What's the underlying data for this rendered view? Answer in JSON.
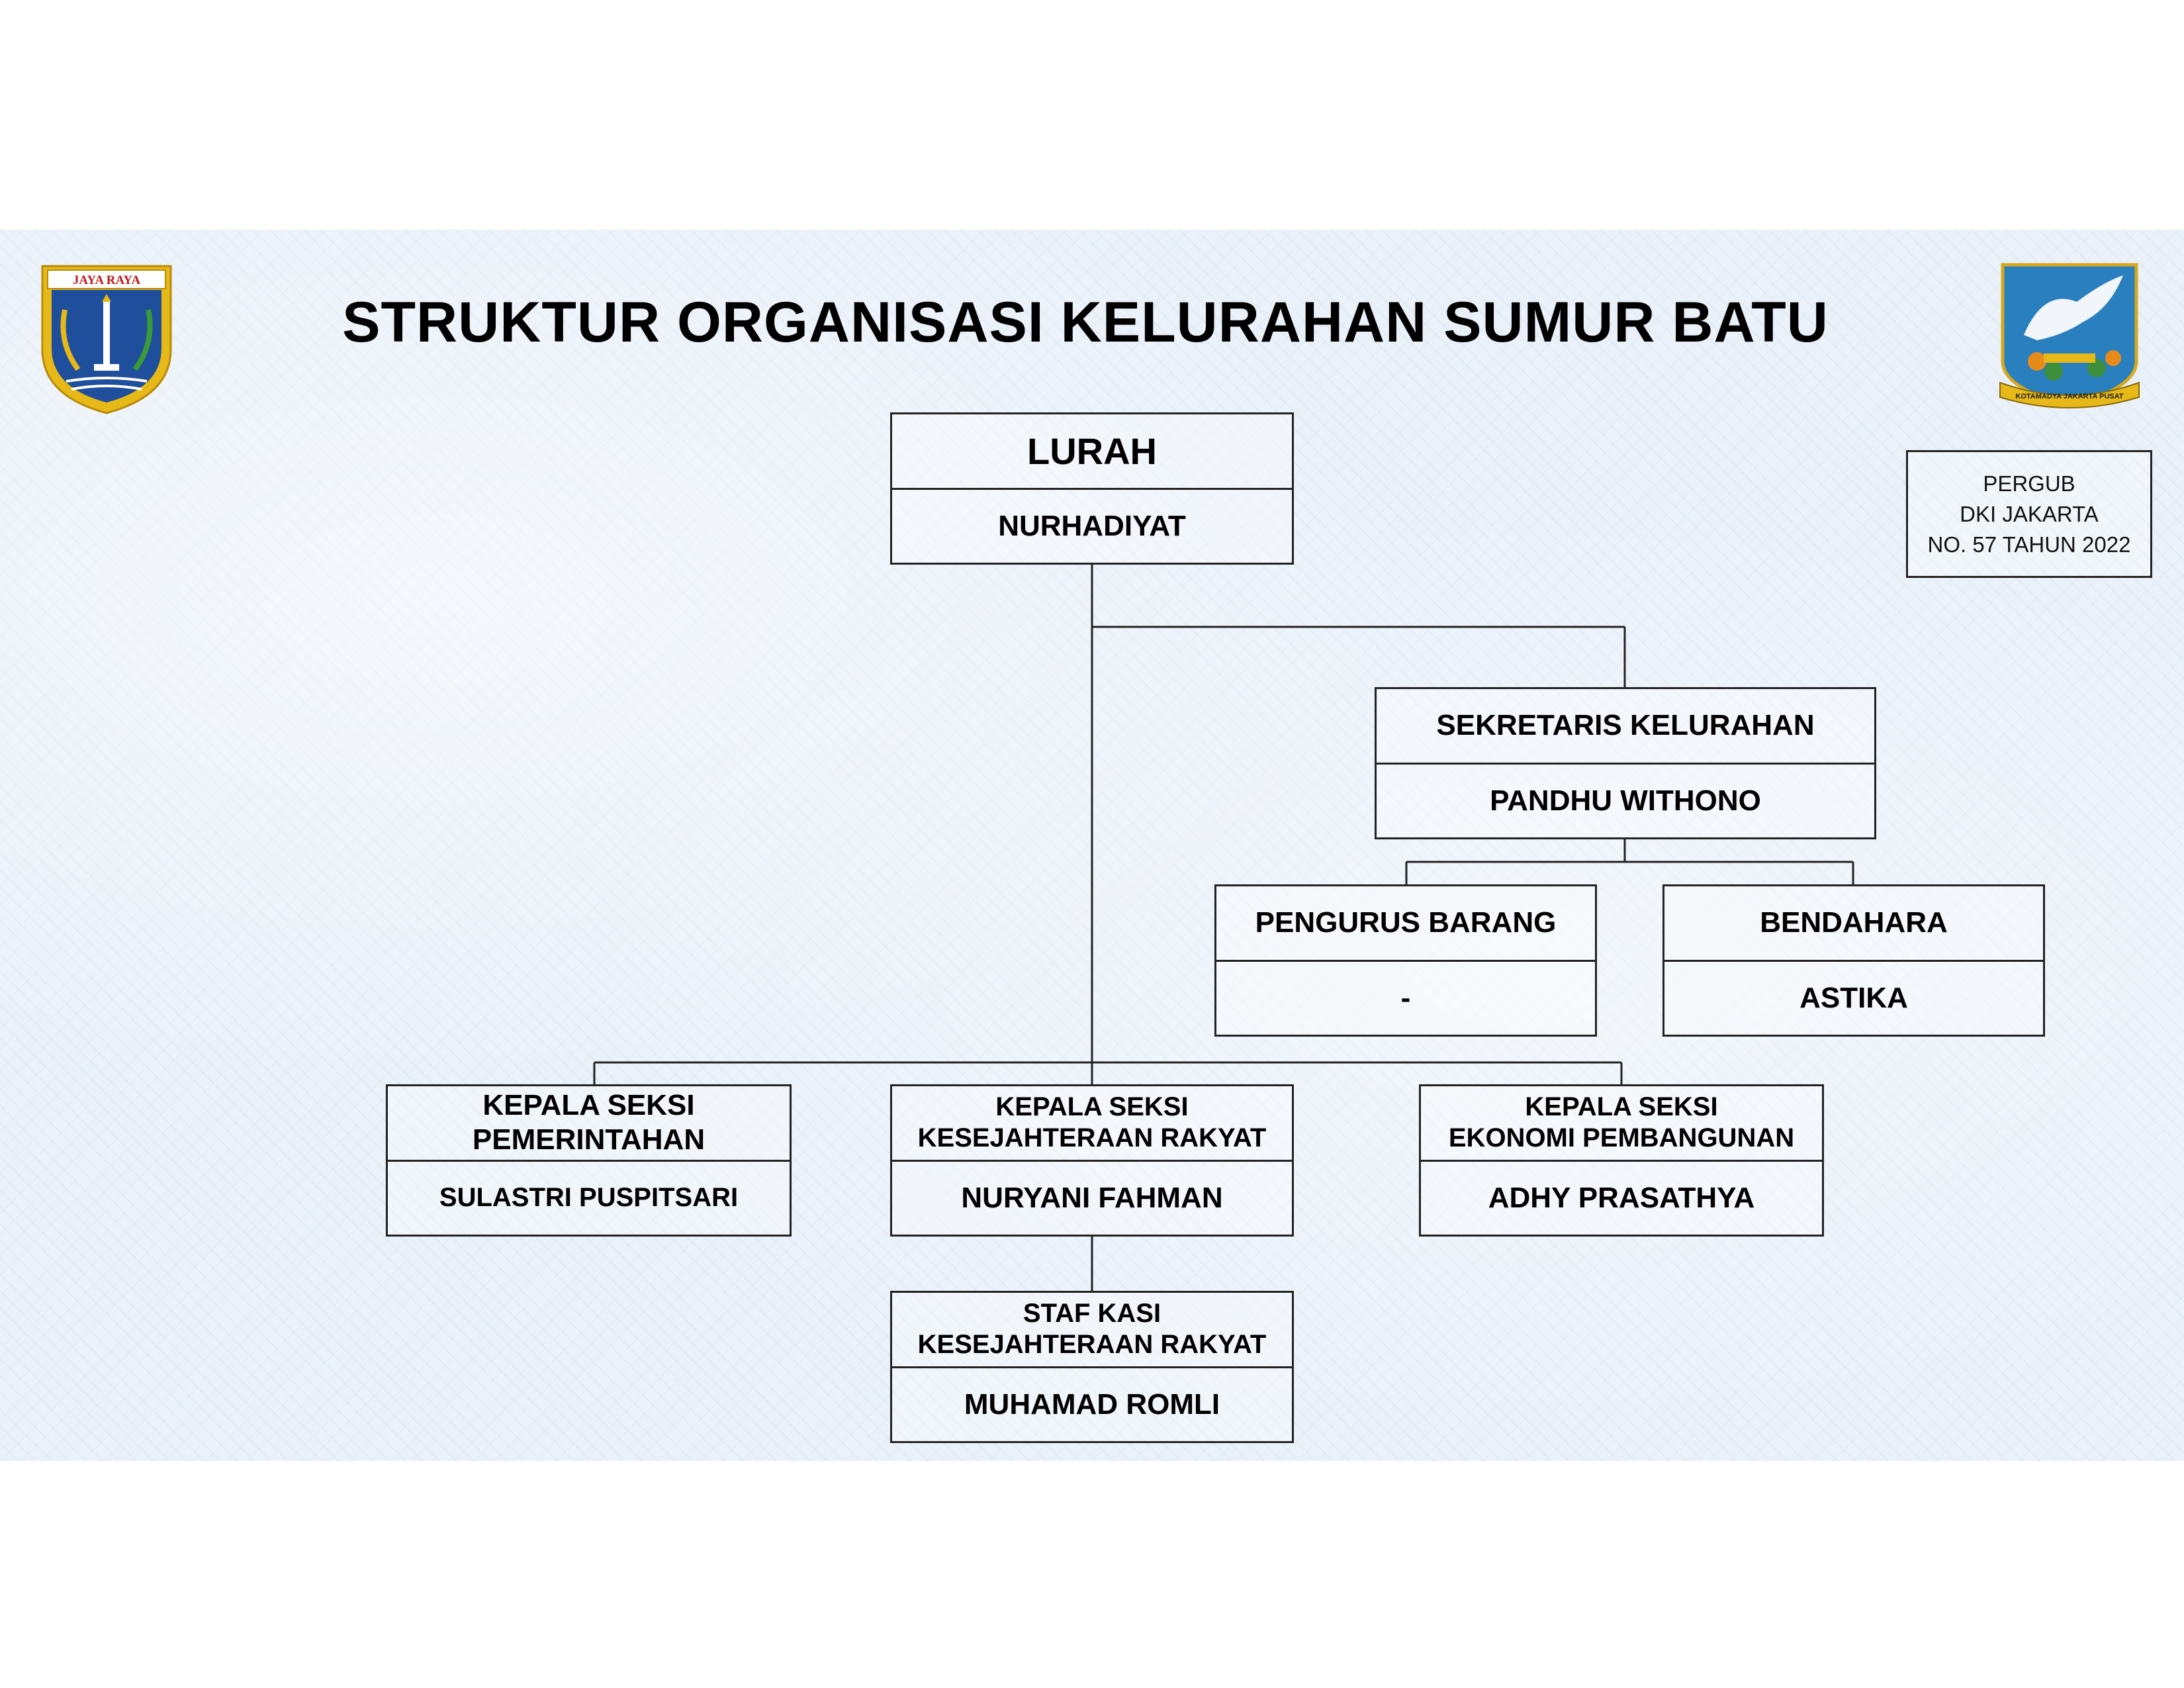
{
  "title": "STRUKTUR ORGANISASI KELURAHAN SUMUR BATU",
  "logos": {
    "left": {
      "name": "jaya-raya-emblem",
      "text": "JAYA RAYA"
    },
    "right": {
      "name": "kotamadya-jakarta-pusat-emblem",
      "text": "KOTAMADYA JAKARTA PUSAT"
    }
  },
  "note": {
    "lines": [
      "PERGUB",
      "DKI JAKARTA",
      "NO. 57 TAHUN 2022"
    ]
  },
  "nodes": {
    "lurah": {
      "title": "LURAH",
      "name": "NURHADIYAT"
    },
    "sekretaris": {
      "title": "SEKRETARIS KELURAHAN",
      "name": "PANDHU WITHONO"
    },
    "pengurus_barang": {
      "title": "PENGURUS BARANG",
      "name": "-"
    },
    "bendahara": {
      "title": "BENDAHARA",
      "name": "ASTIKA"
    },
    "kasi_pemerintahan": {
      "title_lines": [
        "KEPALA SEKSI",
        "PEMERINTAHAN"
      ],
      "name": "SULASTRI PUSPITSARI"
    },
    "kasi_kesra": {
      "title_lines": [
        "KEPALA SEKSI",
        "KESEJAHTERAAN RAKYAT"
      ],
      "name": "NURYANI FAHMAN"
    },
    "kasi_ekbang": {
      "title_lines": [
        "KEPALA SEKSI",
        "EKONOMI PEMBANGUNAN"
      ],
      "name": "ADHY PRASATHYA"
    },
    "staf_kesra": {
      "title_lines": [
        "STAF KASI",
        "KESEJAHTERAAN RAKYAT"
      ],
      "name": "MUHAMAD ROMLI"
    }
  },
  "colors": {
    "line": "#222222",
    "background": "#eaf1f9",
    "emblem_blue": "#1f4e9c",
    "emblem_gold": "#e6b818"
  }
}
